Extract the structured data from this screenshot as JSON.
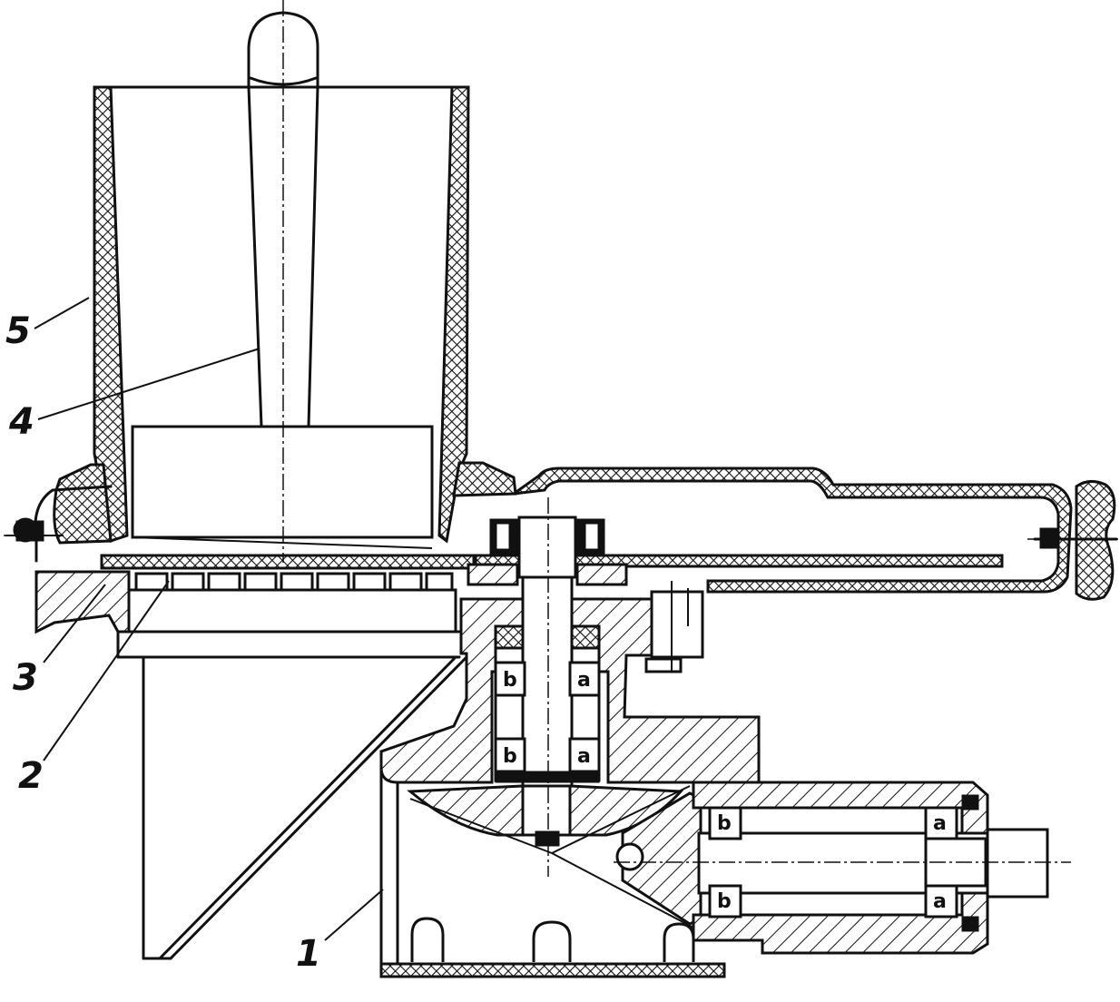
{
  "callouts": {
    "part_1": "1",
    "part_2": "2",
    "part_3": "3",
    "part_4": "4",
    "part_5": "5"
  },
  "bearing_marks": {
    "b_upper": "b",
    "a_upper": "a",
    "b_lower": "b",
    "a_lower": "a",
    "b_right_upper": "b",
    "b_right_lower": "b",
    "a_right_upper": "a",
    "a_right_lower": "a"
  }
}
